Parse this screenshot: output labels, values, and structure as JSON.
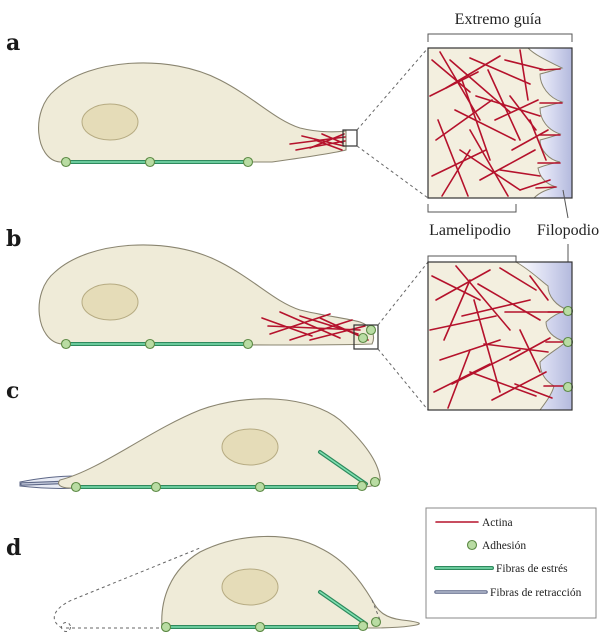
{
  "panels": [
    {
      "letter": "a"
    },
    {
      "letter": "b"
    },
    {
      "letter": "c"
    },
    {
      "letter": "d"
    }
  ],
  "callouts": {
    "leading_edge": "Extremo guía",
    "lamellipodium": "Lamelipodio",
    "filopodium": "Filopodio"
  },
  "legend": {
    "items": [
      {
        "label": "Actina",
        "symbol": "line",
        "color": "#b5122c"
      },
      {
        "label": "Adhesión",
        "symbol": "adhesion",
        "color": "#b9dca3"
      },
      {
        "label": "Fibras de estrés",
        "symbol": "double-line",
        "color": "#2f8a5e"
      },
      {
        "label": "Fibras de retracción",
        "symbol": "double-line",
        "color": "#5d6787"
      }
    ]
  },
  "colors": {
    "cell_fill": "#efebd8",
    "nucleus_fill": "#e5dcb8",
    "actin": "#b5122c",
    "stress_fiber": "#2f8a5e",
    "retraction_fiber": "#5d6787",
    "adhesion": "#b9dca3",
    "leading_edge_gradient": "#b3b9dd"
  }
}
